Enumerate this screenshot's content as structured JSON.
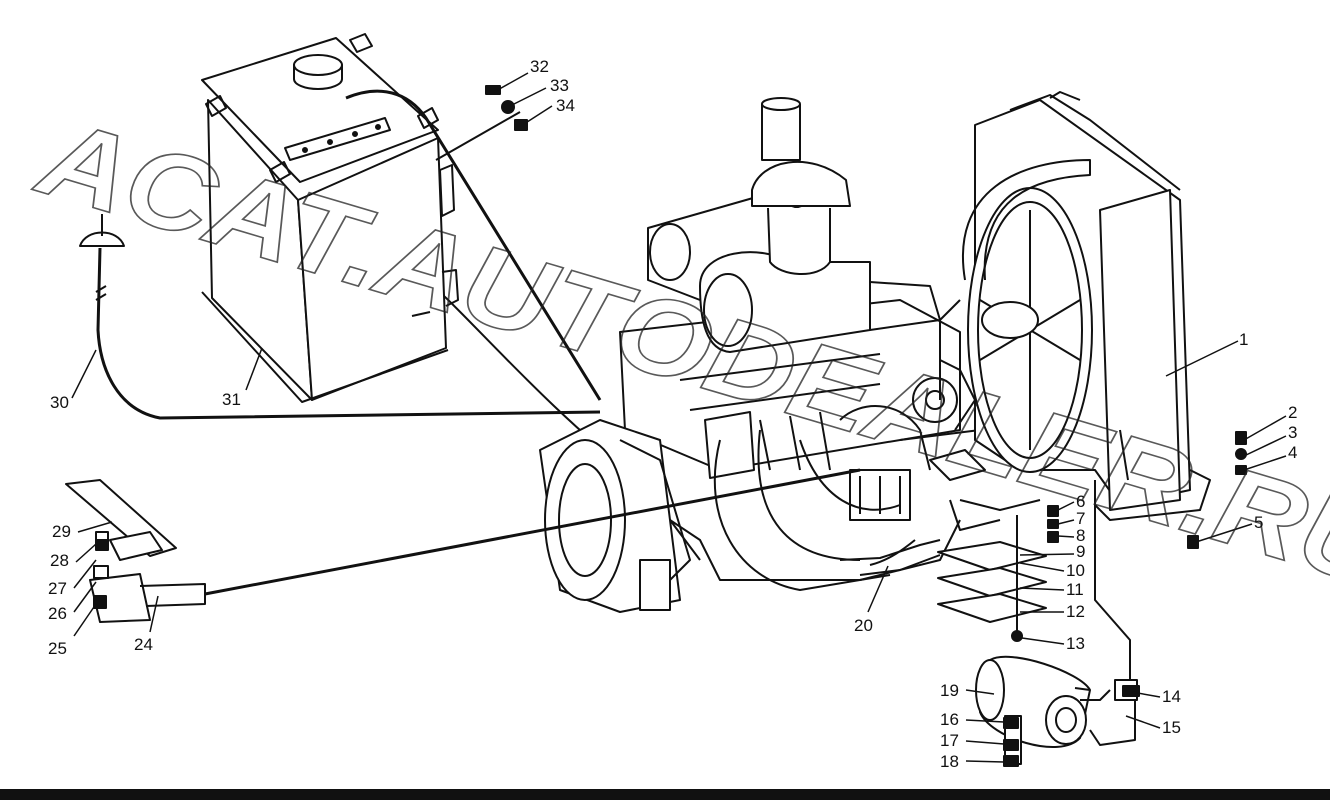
{
  "watermark": {
    "text": "ACAT.AUTODEALER.RU"
  },
  "callouts": [
    {
      "id": "c1",
      "label": "1"
    },
    {
      "id": "c2",
      "label": "2"
    },
    {
      "id": "c3",
      "label": "3"
    },
    {
      "id": "c4",
      "label": "4"
    },
    {
      "id": "c5",
      "label": "5"
    },
    {
      "id": "c6",
      "label": "6"
    },
    {
      "id": "c7",
      "label": "7"
    },
    {
      "id": "c8",
      "label": "8"
    },
    {
      "id": "c9",
      "label": "9"
    },
    {
      "id": "c10",
      "label": "10"
    },
    {
      "id": "c11",
      "label": "11"
    },
    {
      "id": "c12",
      "label": "12"
    },
    {
      "id": "c13",
      "label": "13"
    },
    {
      "id": "c14",
      "label": "14"
    },
    {
      "id": "c15",
      "label": "15"
    },
    {
      "id": "c16",
      "label": "16"
    },
    {
      "id": "c17",
      "label": "17"
    },
    {
      "id": "c18",
      "label": "18"
    },
    {
      "id": "c19",
      "label": "19"
    },
    {
      "id": "c20",
      "label": "20"
    },
    {
      "id": "c24",
      "label": "24"
    },
    {
      "id": "c25",
      "label": "25"
    },
    {
      "id": "c26",
      "label": "26"
    },
    {
      "id": "c27",
      "label": "27"
    },
    {
      "id": "c28",
      "label": "28"
    },
    {
      "id": "c29",
      "label": "29"
    },
    {
      "id": "c30",
      "label": "30"
    },
    {
      "id": "c31",
      "label": "31"
    },
    {
      "id": "c32",
      "label": "32"
    },
    {
      "id": "c33",
      "label": "33"
    },
    {
      "id": "c34",
      "label": "34"
    }
  ]
}
